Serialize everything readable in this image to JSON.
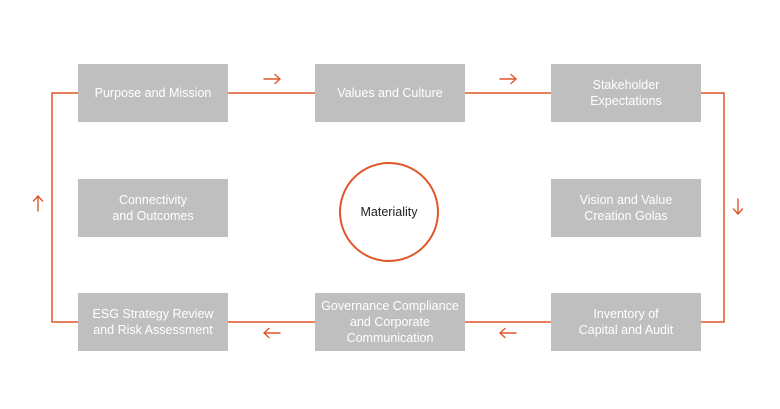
{
  "colors": {
    "accent": "#e0562b",
    "box_fill": "#bfbfbf",
    "box_text": "#ffffff"
  },
  "boxes": {
    "purpose": "Purpose and Mission",
    "values": "Values and Culture",
    "stakeholder": "Stakeholder\nExpectations",
    "connectivity": "Connectivity\nand Outcomes",
    "vision": "Vision and Value\nCreation Golas",
    "esg": "ESG Strategy Review\nand Risk Assessment",
    "governance": "Governance Compliance\nand Corporate\nCommunication",
    "inventory": "Inventory of\nCapital and Audit"
  },
  "center": {
    "label": "Materiality"
  }
}
